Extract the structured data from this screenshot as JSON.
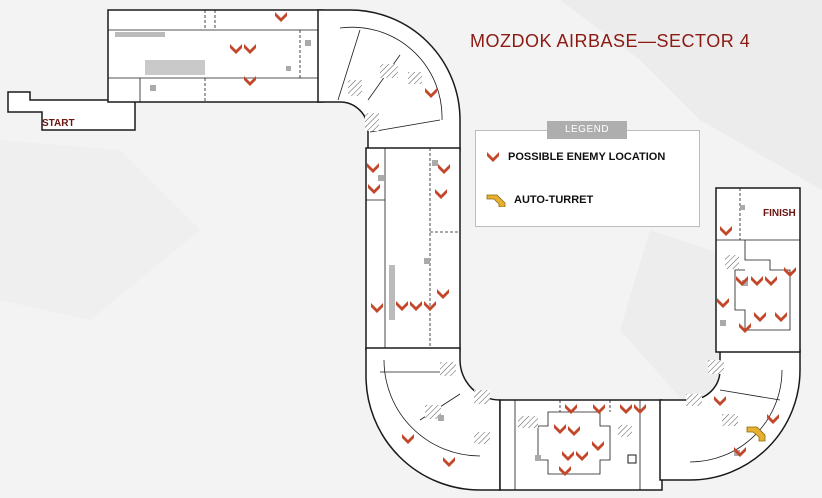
{
  "map": {
    "title": "MOZDOK AIRBASE—SECTOR 4",
    "start_label": "START",
    "finish_label": "FINISH",
    "legend": {
      "heading": "LEGEND",
      "enemy_label": "POSSIBLE ENEMY LOCATION",
      "turret_label": "AUTO-TURRET"
    }
  },
  "colors": {
    "title": "#8b1a12",
    "enemy_marker": "#c3472a",
    "turret_marker": "#e8b030",
    "wall": "#1a1a1a",
    "floor": "#ffffff",
    "background": "#f3f3f3",
    "start_finish": "#6b1410"
  },
  "markers": {
    "possible_enemy_locations": 38,
    "auto_turrets": 1
  }
}
